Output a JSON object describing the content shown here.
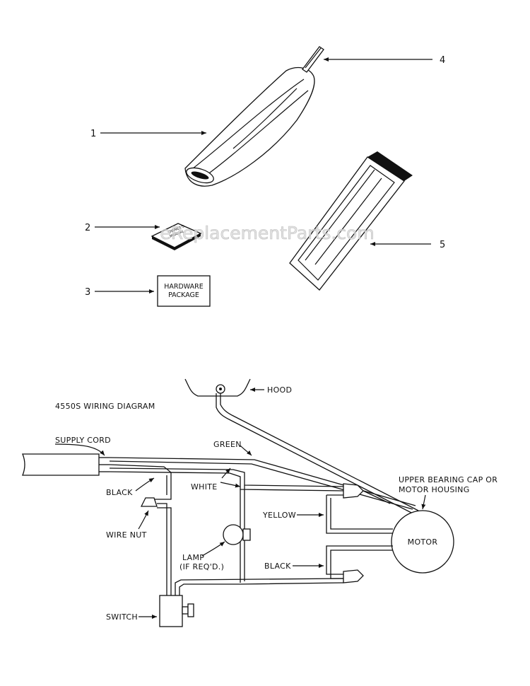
{
  "parts": [
    {
      "number": "1"
    },
    {
      "number": "2"
    },
    {
      "number": "3"
    },
    {
      "number": "4"
    },
    {
      "number": "5"
    }
  ],
  "hardware_box": {
    "line1": "HARDWARE",
    "line2": "PACKAGE"
  },
  "watermark": "eReplacementParts.com",
  "wiring": {
    "title": "4550S WIRING DIAGRAM",
    "labels": {
      "hood": "HOOD",
      "supply_cord": "SUPPLY CORD",
      "green": "GREEN",
      "black_top": "BLACK",
      "white": "WHITE",
      "upper_bearing_1": "UPPER BEARING CAP OR",
      "upper_bearing_2": "MOTOR HOUSING",
      "yellow": "YELLOW",
      "wire_nut": "WIRE NUT",
      "motor": "MOTOR",
      "lamp_1": "LAMP",
      "lamp_2": "(IF REQ'D.)",
      "black_bottom": "BLACK",
      "switch": "SWITCH"
    }
  },
  "colors": {
    "ink": "#111111",
    "paper": "#ffffff",
    "watermark": "#d9d9d9"
  }
}
